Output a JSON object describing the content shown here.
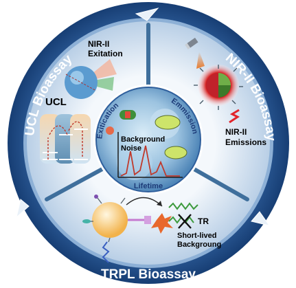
{
  "ring_labels": {
    "ucl": "UCL Bioassay",
    "nir": "NIR-II Bioassay",
    "trpl": "TRPL Bioassay"
  },
  "ucl_panel": {
    "title": "UCL",
    "nir_label_line1": "NIR-II",
    "nir_label_line2": "Exitation"
  },
  "nir_panel": {
    "emissions_line1": "NIR-II",
    "emissions_line2": "Emissions"
  },
  "center": {
    "excitation": "Exitication",
    "emission": "Emmission",
    "lifetime": "Lifetime",
    "noise_line1": "Background",
    "noise_line2": "Noise"
  },
  "trpl_panel": {
    "tr": "TR",
    "short_line1": "Short-lived",
    "short_line2": "Backgroung"
  },
  "colors": {
    "ring_outer": "#1f4d8c",
    "ring_inner": "#7fa6cf",
    "panel_bg": "#dfe9f4",
    "center_bg": "#9cc3e0"
  }
}
